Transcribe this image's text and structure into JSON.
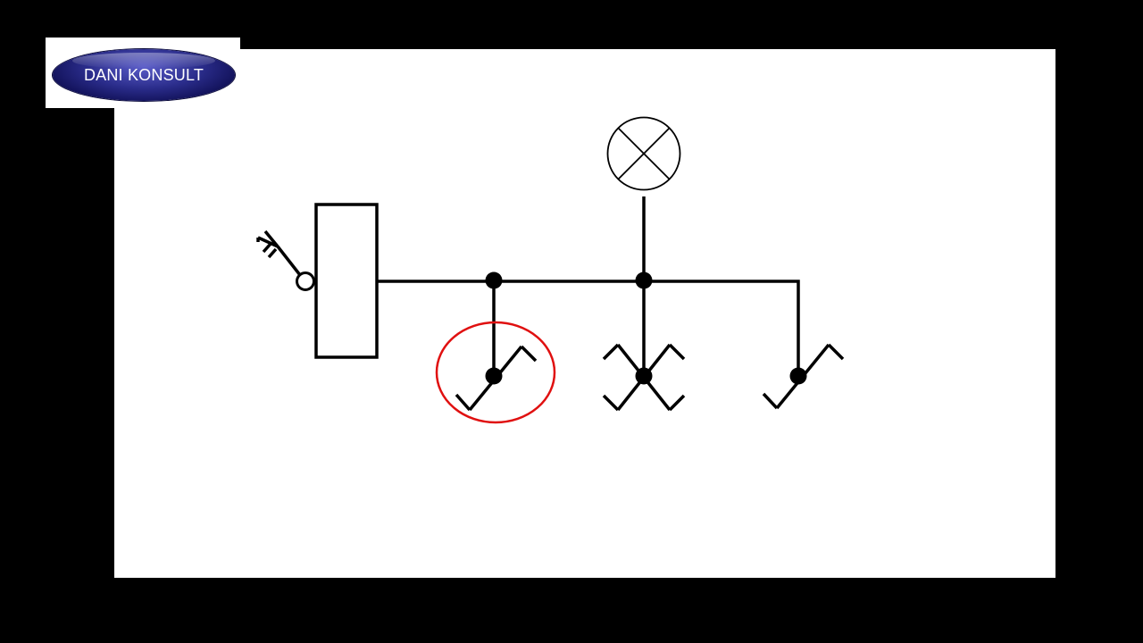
{
  "logo": {
    "text": "DANI KONSULT"
  },
  "colors": {
    "background": "#000000",
    "canvas": "#ffffff",
    "line": "#000000",
    "highlight": "#e01010",
    "logo_oval": "#1a1a6e",
    "logo_text": "#ffffff"
  },
  "diagram": {
    "components": [
      "key-icon",
      "ignition-switch",
      "lamp",
      "door-switch-left",
      "door-switch-double",
      "door-switch-right",
      "junction-node"
    ],
    "highlight": "door-switch-left"
  }
}
